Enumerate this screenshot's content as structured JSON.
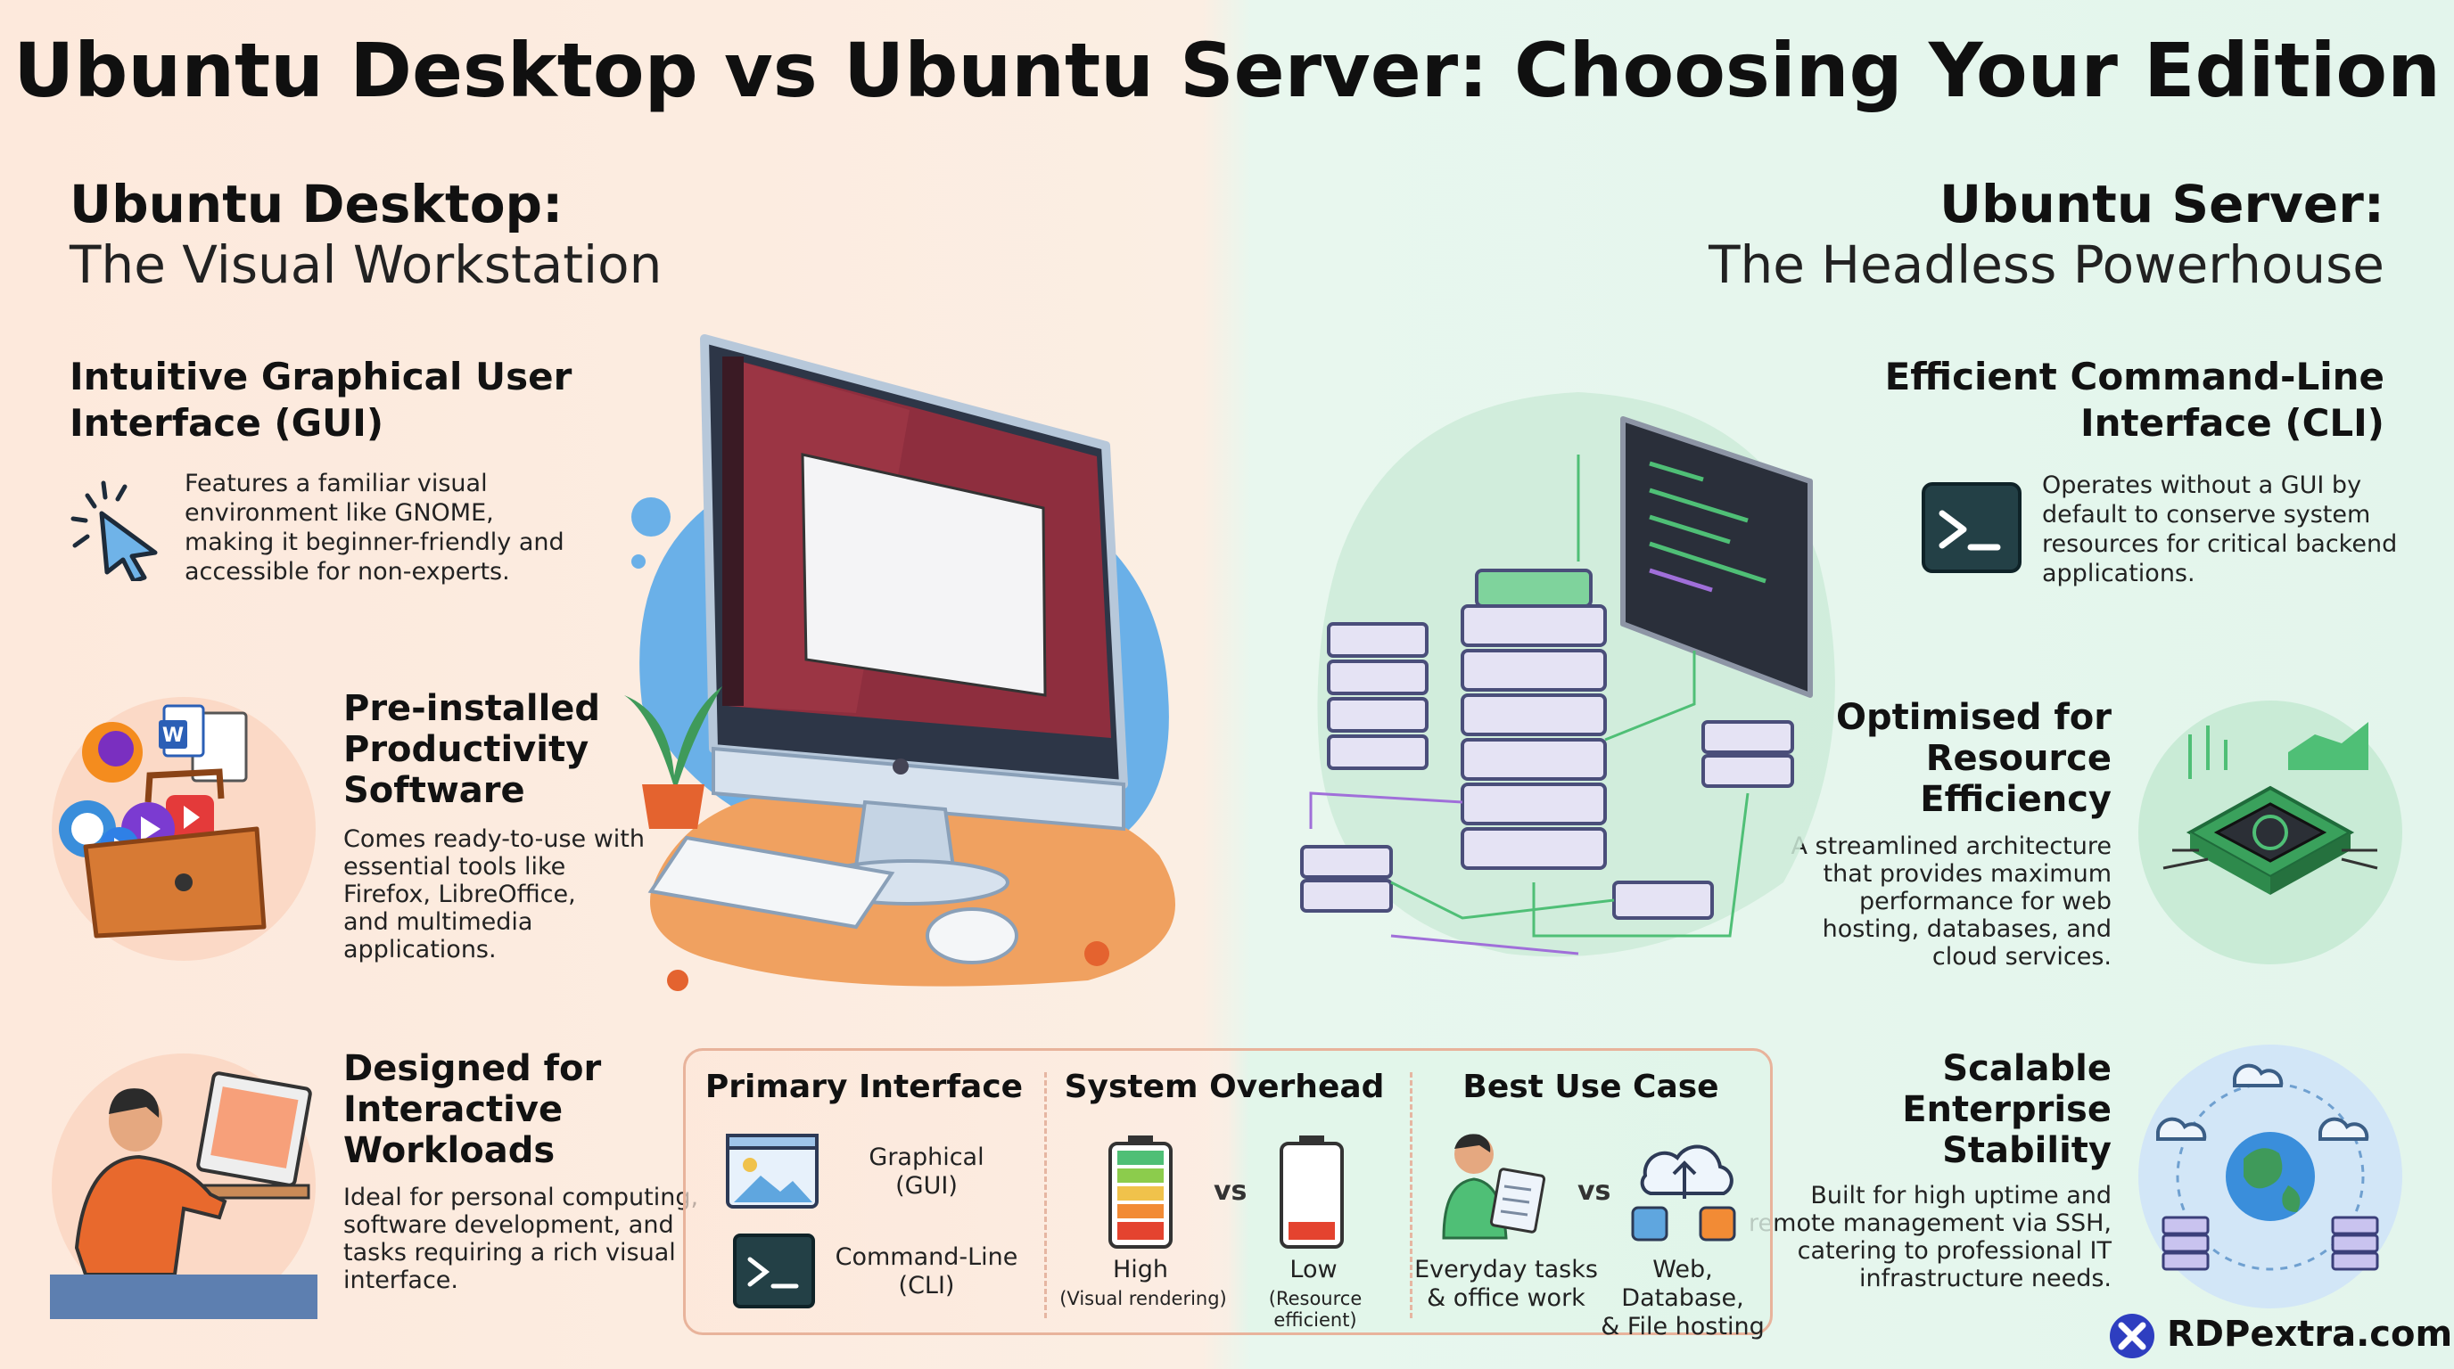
{
  "title": "Ubuntu Desktop vs Ubuntu Server: Choosing Your Edition",
  "desktop": {
    "heading": "Ubuntu Desktop:",
    "subheading": "The Visual Workstation",
    "features": [
      {
        "title_lines": [
          "Intuitive Graphical User",
          "Interface (GUI)"
        ],
        "text_lines": [
          "Features a familiar visual",
          "environment like GNOME,",
          "making it beginner-friendly and",
          "accessible for non-experts."
        ],
        "icon": "cursor-click-icon"
      },
      {
        "title_lines": [
          "Pre-installed",
          "Productivity",
          "Software"
        ],
        "text_lines": [
          "Comes ready-to-use with",
          "essential tools like",
          "Firefox, LibreOffice,",
          "and multimedia",
          "applications."
        ],
        "icon": "toolbox-icon"
      },
      {
        "title_lines": [
          "Designed for",
          "Interactive",
          "Workloads"
        ],
        "text_lines": [
          "Ideal for personal computing,",
          "software development, and",
          "tasks requiring a rich visual",
          "interface."
        ],
        "icon": "person-laptop-icon"
      }
    ]
  },
  "server": {
    "heading": "Ubuntu Server:",
    "subheading": "The Headless Powerhouse",
    "features": [
      {
        "title_lines": [
          "Efficient Command-Line",
          "Interface (CLI)"
        ],
        "text_lines": [
          "Operates without a GUI by",
          "default to conserve system",
          "resources for critical backend",
          "applications."
        ],
        "icon": "terminal-icon"
      },
      {
        "title_lines": [
          "Optimised for",
          "Resource",
          "Efficiency"
        ],
        "text_lines": [
          "A streamlined architecture",
          "that provides maximum",
          "performance for web",
          "hosting, databases, and",
          "cloud services."
        ],
        "icon": "chip-icon"
      },
      {
        "title_lines": [
          "Scalable",
          "Enterprise",
          "Stability"
        ],
        "text_lines": [
          "Built for high uptime and",
          "remote management via SSH,",
          "catering to professional IT",
          "infrastructure needs."
        ],
        "icon": "globe-cloud-icon"
      }
    ]
  },
  "comparison": {
    "columns": [
      "Primary Interface",
      "System Overhead",
      "Best Use Case"
    ],
    "interface": [
      {
        "label_lines": [
          "Graphical",
          "(GUI)"
        ],
        "icon": "image-window-icon"
      },
      {
        "label_lines": [
          "Command-Line",
          "(CLI)"
        ],
        "icon": "terminal-icon"
      }
    ],
    "overhead": {
      "high": "High",
      "high_note": "(Visual rendering)",
      "low": "Low",
      "low_note": "(Resource efficient)",
      "vs": "vs"
    },
    "use_case": {
      "desktop_lines": [
        "Everyday tasks",
        "& office work"
      ],
      "server_lines": [
        "Web, Database,",
        "& File hosting"
      ],
      "vs": "vs"
    }
  },
  "brand": "RDPextra.com",
  "colors": {
    "desktop_bg": "#fde9dc",
    "server_bg": "#e3f5ec",
    "terminal": "#234046",
    "accent_green": "#4fbf76",
    "accent_red": "#e4432f"
  }
}
